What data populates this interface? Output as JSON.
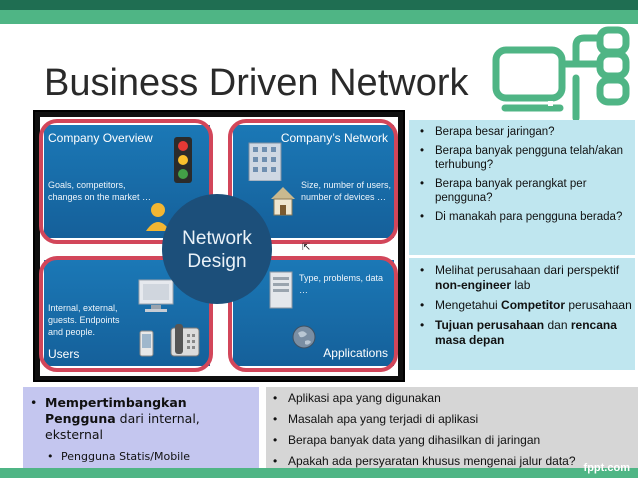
{
  "slide": {
    "title": "Business Driven Network",
    "watermark": "fppt.com",
    "colors": {
      "band_dark": "#1f6e52",
      "band_light": "#4fb585",
      "highlight": "#d2465a",
      "quadrant": "#1b78b6"
    }
  },
  "diagram": {
    "center": {
      "line1": "Network",
      "line2": "Design"
    },
    "company_overview": {
      "title": "Company Overview",
      "desc_line1": "Goals, competitors,",
      "desc_line2": "changes on the market …",
      "icons": [
        "traffic-light-icon",
        "person-icon"
      ]
    },
    "companys_network": {
      "title": "Company’s Network",
      "desc_line1": "Size, number of users,",
      "desc_line2": "number of devices …",
      "icons": [
        "building-icon",
        "house-icon"
      ]
    },
    "users": {
      "title": "Users",
      "desc_line1": "Internal, external,",
      "desc_line2": "guests. Endpoints",
      "desc_line3": "and people.",
      "icons": [
        "monitor-icon",
        "phone-icon",
        "desk-phone-icon"
      ]
    },
    "applications": {
      "title": "Applications",
      "desc_line1": "Type, problems, data …",
      "icons": [
        "server-icon",
        "globe-icon"
      ]
    }
  },
  "box_network_questions": [
    {
      "text": "Berapa besar jaringan?"
    },
    {
      "text": "Berapa banyak pengguna telah/akan terhubung?"
    },
    {
      "text": "Berapa banyak perangkat per pengguna?"
    },
    {
      "text": "Di manakah para pengguna berada?"
    }
  ],
  "box_company": {
    "item1_pre": "Melihat perusahaan dari perspektif ",
    "item1_bold": "non-engineer",
    "item1_post": " lab",
    "item2_pre": "Mengetahui ",
    "item2_bold": "Competitor",
    "item2_post": " perusahaan",
    "item3_bold1": "Tujuan perusahaan",
    "item3_mid": " dan ",
    "item3_bold2": "rencana masa depan"
  },
  "box_users": {
    "item1_bold": "Mempertimbangkan Pengguna",
    "item1_rest": " dari internal, eksternal",
    "sub1": "Pengguna Statis/Mobile"
  },
  "box_applications": [
    {
      "text": "Aplikasi apa yang digunakan"
    },
    {
      "text": "Masalah apa yang terjadi di aplikasi"
    },
    {
      "text": "Berapa banyak data yang dihasilkan di jaringan"
    },
    {
      "text": "Apakah ada persyaratan khusus mengenai jalur data?"
    }
  ]
}
